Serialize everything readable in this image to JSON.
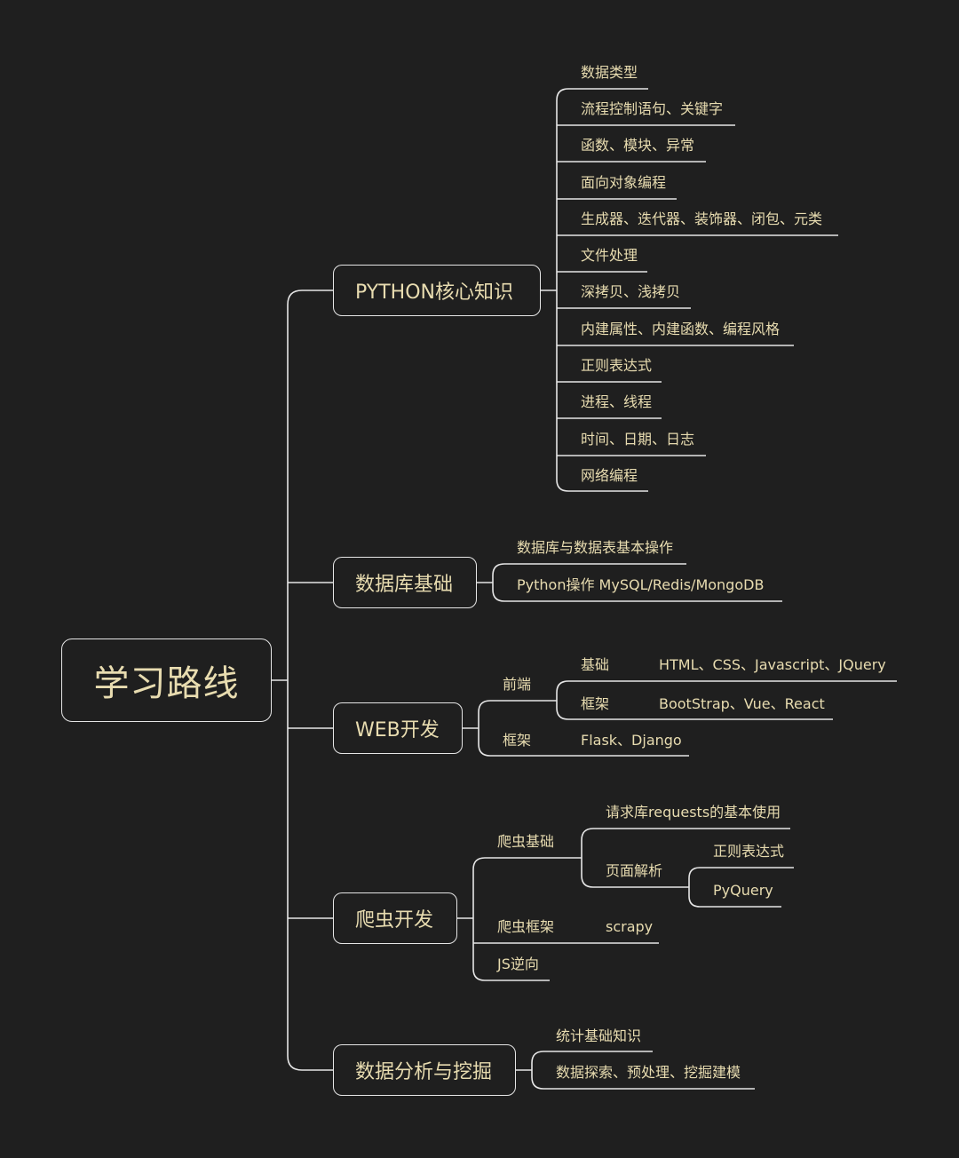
{
  "colors": {
    "background": "#1f1f1f",
    "text": "#e8dcb0",
    "line": "#e6e6e6"
  },
  "root": "学习路线",
  "sections": {
    "python": {
      "title": "PYTHON核心知识",
      "items": [
        "数据类型",
        "流程控制语句、关键字",
        "函数、模块、异常",
        "面向对象编程",
        "生成器、迭代器、装饰器、闭包、元类",
        "文件处理",
        "深拷贝、浅拷贝",
        "内建属性、内建函数、编程风格",
        "正则表达式",
        "进程、线程",
        "时间、日期、日志",
        "网络编程"
      ]
    },
    "database": {
      "title": "数据库基础",
      "items": [
        "数据库与数据表基本操作",
        "Python操作 MySQL/Redis/MongoDB"
      ]
    },
    "web": {
      "title": "WEB开发",
      "frontend": {
        "label": "前端",
        "basic": {
          "label": "基础",
          "value": "HTML、CSS、Javascript、JQuery"
        },
        "framework": {
          "label": "框架",
          "value": "BootStrap、Vue、React"
        }
      },
      "backend": {
        "label": "框架",
        "value": "Flask、Django"
      }
    },
    "crawler": {
      "title": "爬虫开发",
      "basic": {
        "label": "爬虫基础",
        "requests": "请求库requests的基本使用",
        "parse": {
          "label": "页面解析",
          "items": [
            "正则表达式",
            "PyQuery"
          ]
        }
      },
      "framework": {
        "label": "爬虫框架",
        "value": "scrapy"
      },
      "js": "JS逆向"
    },
    "analysis": {
      "title": "数据分析与挖掘",
      "items": [
        "统计基础知识",
        "数据探索、预处理、挖掘建模"
      ]
    }
  }
}
